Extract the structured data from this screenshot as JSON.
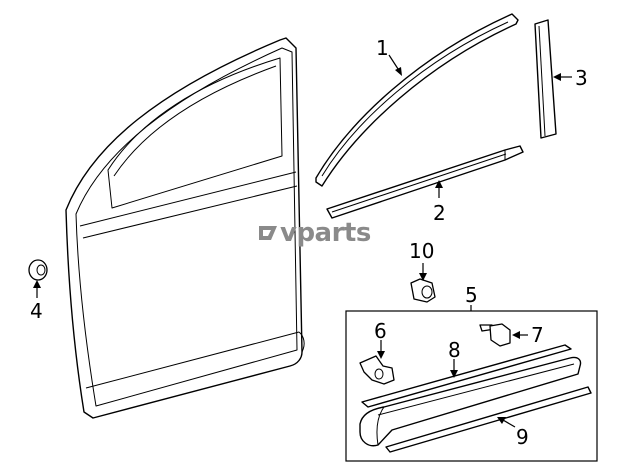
{
  "labels": {
    "p1": "1",
    "p2": "2",
    "p3": "3",
    "p4": "4",
    "p5": "5",
    "p6": "6",
    "p7": "7",
    "p8": "8",
    "p9": "9",
    "p10": "10"
  },
  "watermark": {
    "text": "vparts",
    "icon": "ev-logo-icon",
    "color": "#8a8a8a"
  }
}
